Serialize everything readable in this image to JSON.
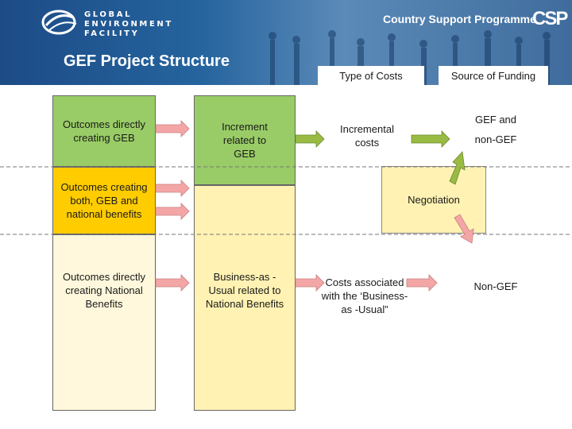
{
  "header": {
    "org_name_lines": [
      "GLOBAL",
      "ENVIRONMENT",
      "FACILITY"
    ],
    "programme": "Country Support Programme",
    "programme_logo": "CSP",
    "title": "GEF Project Structure"
  },
  "columns": {
    "type_of_costs": "Type of Costs",
    "source_of_funding": "Source of Funding"
  },
  "outcomes": {
    "geb": "Outcomes directly creating GEB",
    "both": "Outcomes creating both, GEB and national benefits",
    "national": "Outcomes directly creating National Benefits"
  },
  "activities": {
    "incremental": "Increment related to GEB",
    "bau": "Business-as - Usual related to National Benefits"
  },
  "costs": {
    "incremental": "Incremental costs",
    "bau": "Costs associated with the ‘Business-as -Usual”"
  },
  "funding": {
    "gef_and": "GEF and",
    "non_gef_top": "non-GEF",
    "negotiation": "Negotiation",
    "non_gef": "Non-GEF"
  },
  "colors": {
    "banner": "#25649e",
    "green": "#99cc66",
    "yellow_strong": "#ffcc00",
    "yellow_light": "#fff2b3",
    "pale": "#fff8dc",
    "pink_arrow": "#f4a6a6",
    "green_arrow": "#99bb44",
    "orange_arrow": "#f5b040"
  }
}
